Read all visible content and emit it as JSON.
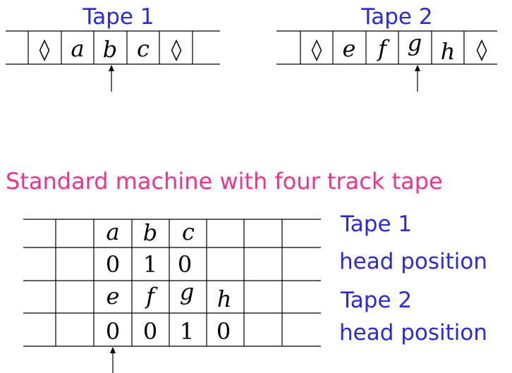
{
  "tape1": {
    "title": "Tape 1",
    "cells": [
      "",
      "◊",
      "a",
      "b",
      "c",
      "◊",
      ""
    ]
  },
  "tape2": {
    "title": "Tape 2",
    "cells": [
      "",
      "◊",
      "e",
      "f",
      "g",
      "h",
      "◊"
    ]
  },
  "caption": "Standard machine with four track tape",
  "multitrack": {
    "rows": [
      {
        "label": "Tape 1",
        "cells": [
          "",
          "",
          "a",
          "b",
          "c",
          "",
          "",
          ""
        ]
      },
      {
        "label": "head position",
        "cells": [
          "",
          "",
          "0",
          "1",
          "0",
          "",
          "",
          ""
        ]
      },
      {
        "label": "Tape 2",
        "cells": [
          "",
          "",
          "e",
          "f",
          "g",
          "h",
          "",
          ""
        ]
      },
      {
        "label": "head position",
        "cells": [
          "",
          "",
          "0",
          "0",
          "1",
          "0",
          "",
          ""
        ]
      }
    ]
  }
}
